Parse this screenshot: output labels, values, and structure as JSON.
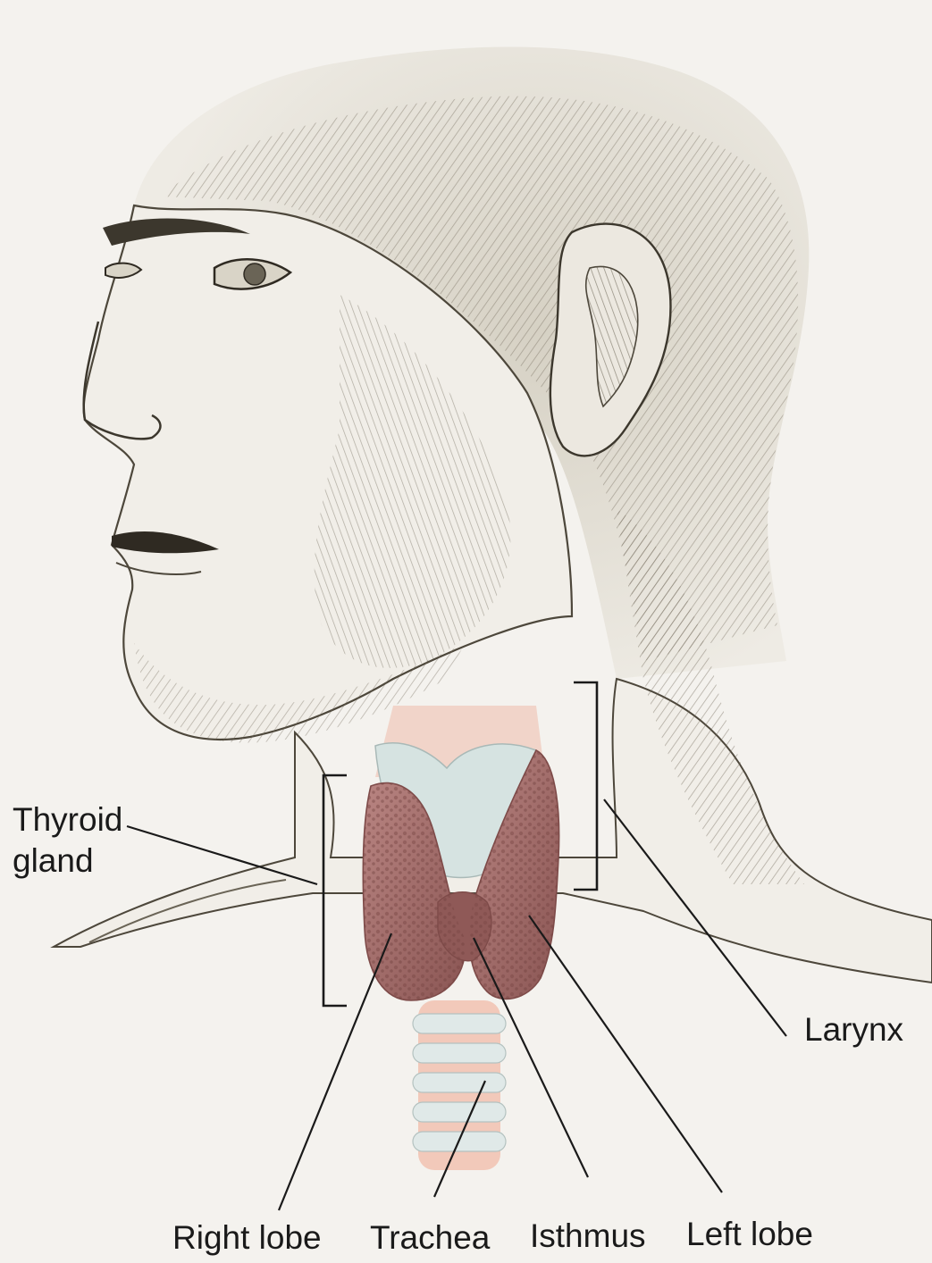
{
  "labels": {
    "thyroid_line1": "Thyroid",
    "thyroid_line2": "gland",
    "larynx": "Larynx",
    "right_lobe": "Right lobe",
    "trachea": "Trachea",
    "isthmus": "Isthmus",
    "left_lobe": "Left lobe"
  },
  "colors": {
    "background": "#f4f2ee",
    "sketch": "#5a5446",
    "thyroid": "#a8706c",
    "thyroid_dark": "#7e4b49",
    "cartilage": "#d8e4e2",
    "trachea_pink": "#f0c8b8"
  }
}
